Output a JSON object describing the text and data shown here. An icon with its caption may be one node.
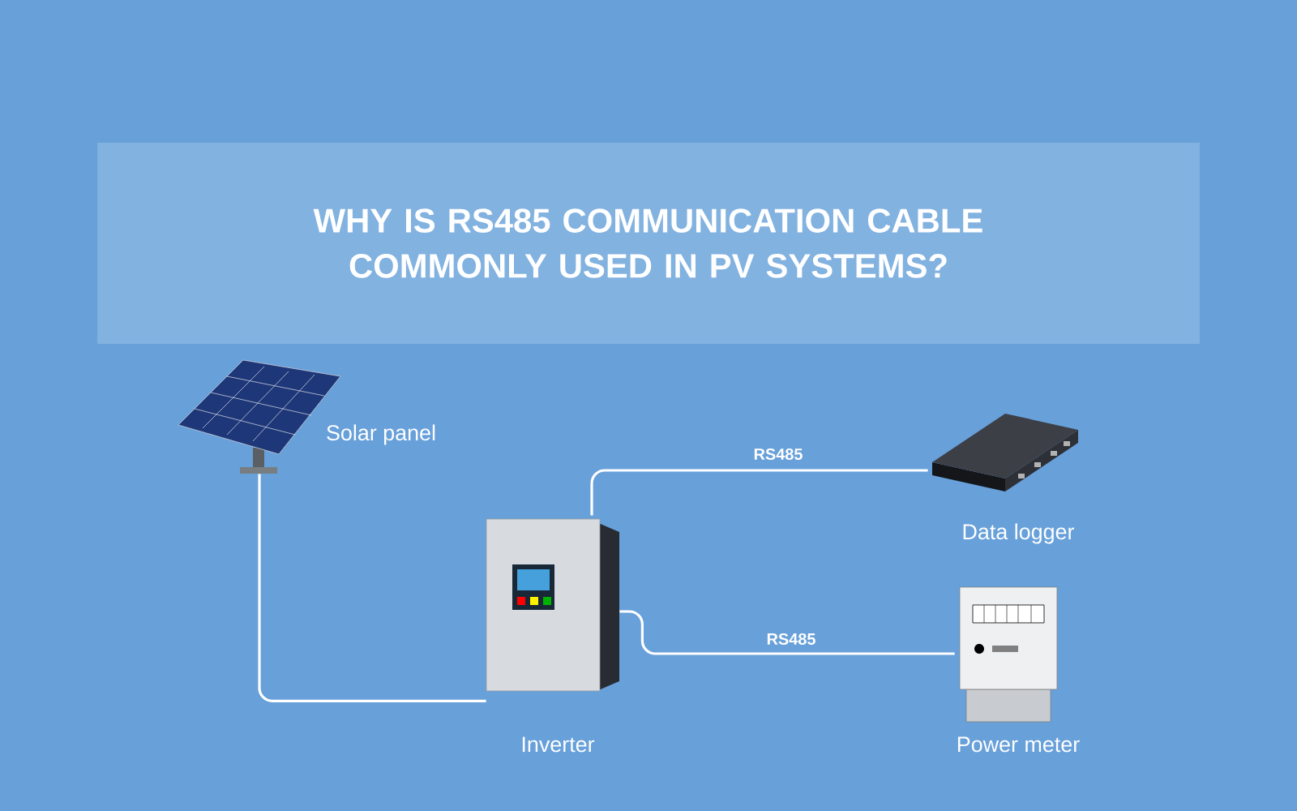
{
  "diagram": {
    "title": "WHY IS RS485 COMMUNICATION CABLE COMMONLY USED IN PV SYSTEMS?",
    "nodes": [
      {
        "text": [],
        "shape": "picture",
        "beside": [
          "Solar panel"
        ]
      },
      {
        "text": [],
        "shape": "picture",
        "beside": [
          "Inverter"
        ]
      },
      {
        "text": [],
        "shape": "picture",
        "beside": [
          "Data logger"
        ]
      },
      {
        "text": [],
        "shape": "picture",
        "beside": [
          "Power meter"
        ]
      }
    ],
    "edges": [
      {
        "from": 0,
        "to": 1,
        "arrow": "none"
      },
      {
        "from": 1,
        "to": 2,
        "arrow": "none",
        "label": "RS485"
      },
      {
        "from": 1,
        "to": 3,
        "arrow": "none",
        "label": "RS485"
      }
    ]
  }
}
